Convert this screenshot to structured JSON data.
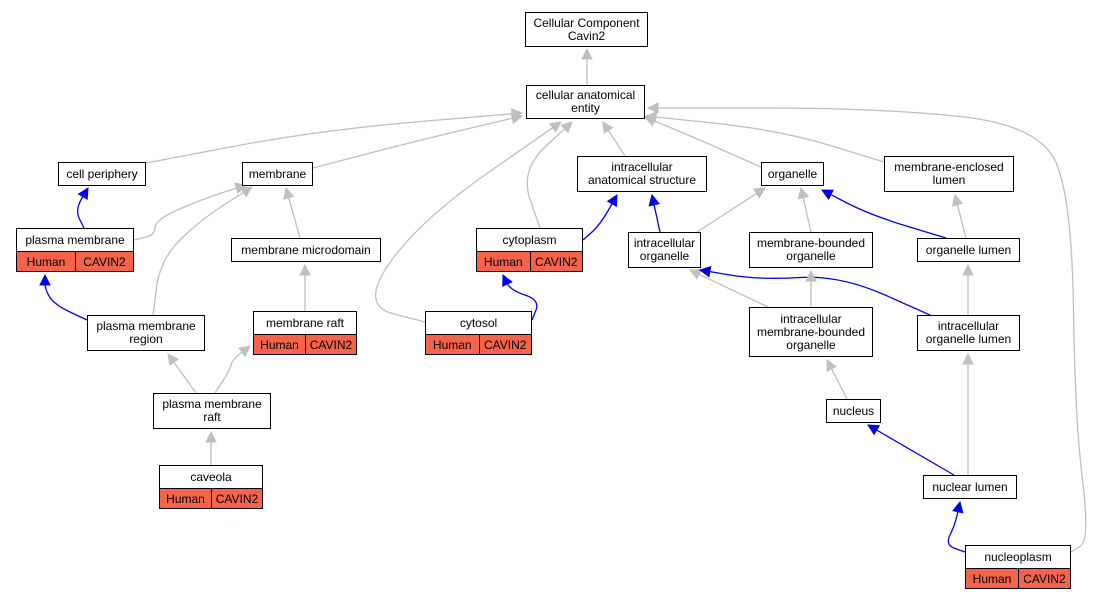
{
  "diagram": {
    "title": "Cellular Component\nCavin2",
    "colors": {
      "is_a_edge": "#bfbfbf",
      "part_of_edge": "#0000ee",
      "annotation_fill": "#f4634a"
    },
    "nodes": {
      "root": "Cellular Component\nCavin2",
      "cae": "cellular anatomical\nentity",
      "cell_periphery": "cell periphery",
      "membrane": "membrane",
      "ias": "intracellular\nanatomical structure",
      "organelle": "organelle",
      "mel": "membrane-enclosed\nlumen",
      "plasma_membrane": "plasma membrane",
      "mem_microdomain": "membrane microdomain",
      "cytoplasm": "cytoplasm",
      "intra_organelle": "intracellular\norganelle",
      "mb_organelle": "membrane-bounded\norganelle",
      "organelle_lumen": "organelle lumen",
      "pm_region": "plasma membrane\nregion",
      "membrane_raft": "membrane raft",
      "cytosol": "cytosol",
      "imb_organelle": "intracellular\nmembrane-bounded\norganelle",
      "io_lumen": "intracellular\norganelle lumen",
      "pm_raft": "plasma membrane\nraft",
      "nucleus": "nucleus",
      "caveola": "caveola",
      "nuclear_lumen": "nuclear lumen",
      "nucleoplasm": "nucleoplasm"
    },
    "annotations": {
      "plasma_membrane": {
        "species": "Human",
        "gene": "CAVIN2"
      },
      "cytoplasm": {
        "species": "Human",
        "gene": "CAVIN2"
      },
      "membrane_raft": {
        "species": "Human",
        "gene": "CAVIN2"
      },
      "cytosol": {
        "species": "Human",
        "gene": "CAVIN2"
      },
      "caveola": {
        "species": "Human",
        "gene": "CAVIN2"
      },
      "nucleoplasm": {
        "species": "Human",
        "gene": "CAVIN2"
      }
    },
    "edges": [
      {
        "from": "cae",
        "to": "root",
        "type": "is_a"
      },
      {
        "from": "cell_periphery",
        "to": "cae",
        "type": "is_a"
      },
      {
        "from": "membrane",
        "to": "cae",
        "type": "is_a"
      },
      {
        "from": "ias",
        "to": "cae",
        "type": "is_a"
      },
      {
        "from": "organelle",
        "to": "cae",
        "type": "is_a"
      },
      {
        "from": "mel",
        "to": "cae",
        "type": "is_a"
      },
      {
        "from": "cytoplasm",
        "to": "cae",
        "type": "is_a"
      },
      {
        "from": "cytosol",
        "to": "cae",
        "type": "is_a"
      },
      {
        "from": "nucleoplasm",
        "to": "cae",
        "type": "is_a"
      },
      {
        "from": "plasma_membrane",
        "to": "cell_periphery",
        "type": "part_of"
      },
      {
        "from": "plasma_membrane",
        "to": "membrane",
        "type": "is_a"
      },
      {
        "from": "pm_region",
        "to": "membrane",
        "type": "is_a"
      },
      {
        "from": "mem_microdomain",
        "to": "membrane",
        "type": "is_a"
      },
      {
        "from": "cytoplasm",
        "to": "ias",
        "type": "part_of"
      },
      {
        "from": "intra_organelle",
        "to": "ias",
        "type": "part_of"
      },
      {
        "from": "intra_organelle",
        "to": "organelle",
        "type": "is_a"
      },
      {
        "from": "mb_organelle",
        "to": "organelle",
        "type": "is_a"
      },
      {
        "from": "organelle_lumen",
        "to": "organelle",
        "type": "part_of"
      },
      {
        "from": "organelle_lumen",
        "to": "mel",
        "type": "is_a"
      },
      {
        "from": "pm_region",
        "to": "plasma_membrane",
        "type": "part_of"
      },
      {
        "from": "membrane_raft",
        "to": "mem_microdomain",
        "type": "is_a"
      },
      {
        "from": "cytosol",
        "to": "cytoplasm",
        "type": "part_of"
      },
      {
        "from": "imb_organelle",
        "to": "intra_organelle",
        "type": "is_a"
      },
      {
        "from": "io_lumen",
        "to": "intra_organelle",
        "type": "part_of"
      },
      {
        "from": "imb_organelle",
        "to": "mb_organelle",
        "type": "is_a"
      },
      {
        "from": "io_lumen",
        "to": "organelle_lumen",
        "type": "is_a"
      },
      {
        "from": "pm_raft",
        "to": "pm_region",
        "type": "is_a"
      },
      {
        "from": "pm_raft",
        "to": "membrane_raft",
        "type": "is_a"
      },
      {
        "from": "caveola",
        "to": "pm_raft",
        "type": "is_a"
      },
      {
        "from": "nucleus",
        "to": "imb_organelle",
        "type": "is_a"
      },
      {
        "from": "nuclear_lumen",
        "to": "nucleus",
        "type": "part_of"
      },
      {
        "from": "nuclear_lumen",
        "to": "io_lumen",
        "type": "is_a"
      },
      {
        "from": "nucleoplasm",
        "to": "nuclear_lumen",
        "type": "part_of"
      }
    ]
  }
}
